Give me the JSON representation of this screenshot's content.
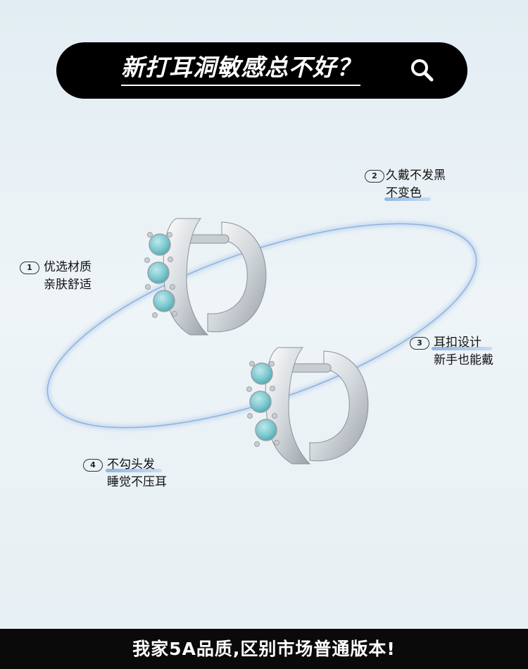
{
  "banner": {
    "headline": "新打耳洞敏感总不好？",
    "search_icon": "search-icon"
  },
  "features": [
    {
      "number": "1",
      "line1": "优选材质",
      "line2": "亲肤舒适"
    },
    {
      "number": "2",
      "line1": "久戴不发黑",
      "line2": "不变色"
    },
    {
      "number": "3",
      "line1": "耳扣设计",
      "line2": "新手也能戴"
    },
    {
      "number": "4",
      "line1": "不勾头发",
      "line2": "睡觉不压耳"
    }
  ],
  "footer": {
    "text": "我家5A品质,区别市场普通版本!"
  },
  "colors": {
    "bar": "#000000",
    "orbit": "#8fb1de",
    "stone": "#7cc8cf",
    "silver": "#d4d9dd",
    "highlight": "#8fb6e3"
  }
}
